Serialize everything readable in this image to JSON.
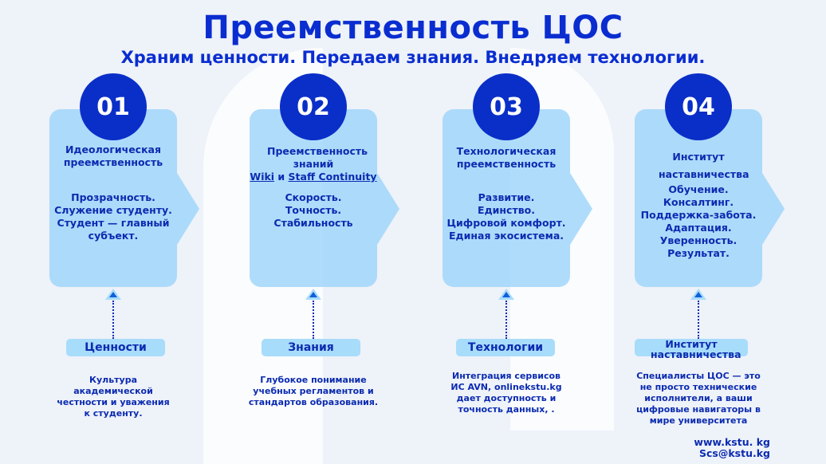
{
  "title": "Преемственность ЦОС",
  "subtitle": "Храним ценности. Передаем знания. Внедряем технологии.",
  "columns": [
    {
      "number": "01",
      "heading": "Идеологическая преемственность",
      "items": [
        "Прозрачность.",
        "Служение студенту.",
        "Студент — главный субъект."
      ],
      "label": "Ценности",
      "description": "Культура академической честности и уважения к студенту."
    },
    {
      "number": "02",
      "heading": "Преемственность знаний",
      "link1": "Wiki",
      "link_sep": " и ",
      "link2": "Staff Continuity",
      "items": [
        "Скорость.",
        "Точность.",
        "Стабильность"
      ],
      "label": "Знания",
      "description": "Глубокое понимание учебных регламентов и стандартов образования."
    },
    {
      "number": "03",
      "heading": "Технологическая преемственность",
      "items": [
        "Развитие.",
        "Единство.",
        "Цифровой комфорт.",
        "Единая экосистема."
      ],
      "label": "Технологии",
      "description": "Интеграция сервисов ИС AVN, onlinekstu.kg дает доступность и точность данных, ."
    },
    {
      "number": "04",
      "heading": "Институт наставничества",
      "items": [
        "Обучение.",
        "Консалтинг.",
        "Поддержка-забота.",
        "Адаптация.",
        "Уверенность.",
        "Результат."
      ],
      "label": "Институт наставничества",
      "description": "Специалисты ЦОС — это не просто технические исполнители, а ваши цифровые навигаторы в мире университета"
    }
  ],
  "footer": {
    "website": "www.kstu. kg",
    "email": "Scs@kstu.kg"
  },
  "colors": {
    "accent": "#0a2fc8",
    "card": "#a8dcfb",
    "background": "#eef2f9"
  }
}
